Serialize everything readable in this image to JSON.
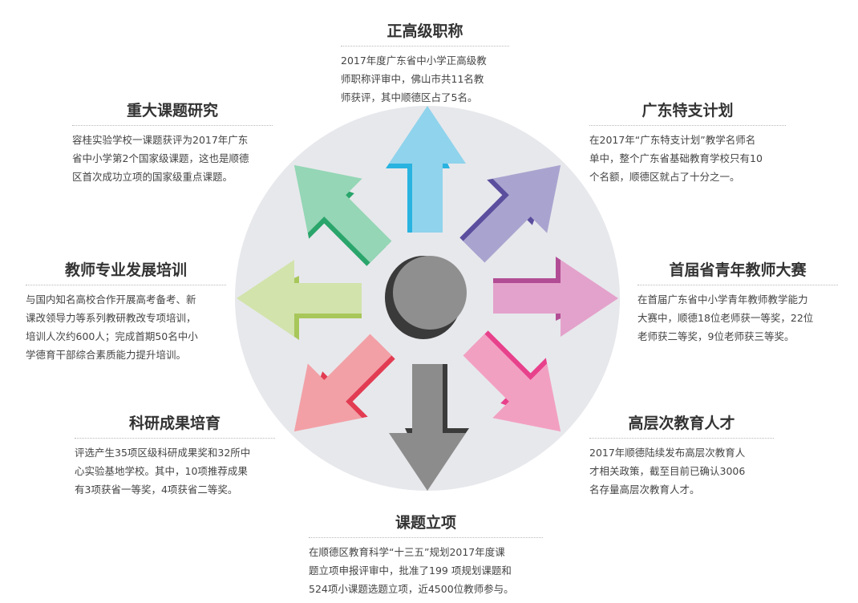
{
  "colors": {
    "disc": "#e7e8ec",
    "hub": "#8f8f8f",
    "hub_shadow": "#3a3a3a",
    "arrows": {
      "n": {
        "light": "#8fd3ec",
        "dark": "#29b3e0"
      },
      "ne": {
        "light": "#a9a4cf",
        "dark": "#5b4e9e"
      },
      "e": {
        "light": "#e3a2cb",
        "dark": "#b24d95"
      },
      "se": {
        "light": "#f2a0c2",
        "dark": "#e8418c"
      },
      "s": {
        "light": "#8c8c8c",
        "dark": "#3b3b3b"
      },
      "sw": {
        "light": "#f2a0a6",
        "dark": "#e23c52"
      },
      "w": {
        "light": "#d2e3ac",
        "dark": "#a8c75a"
      },
      "nw": {
        "light": "#94d6b5",
        "dark": "#2aa56b"
      }
    }
  },
  "blocks": {
    "top": {
      "title": "正高级职称",
      "lines": [
        "2017年度广东省中小学正高级教",
        "师职称评审中，佛山市共11名教",
        "师获评，其中顺德区占了5名。"
      ]
    },
    "ul": {
      "title": "重大课题研究",
      "lines": [
        "容桂实验学校一课题获评为2017年广东",
        "省中小学第2个国家级课题，这也是顺德",
        "区首次成功立项的国家级重点课题。"
      ]
    },
    "ur": {
      "title": "广东特支计划",
      "lines": [
        "在2017年“广东特支计划”教学名师名",
        "单中，整个广东省基础教育学校只有10",
        "个名额，顺德区就占了十分之一。"
      ]
    },
    "ml": {
      "title": "教师专业发展培训",
      "lines": [
        "与国内知名高校合作开展高考备考、新",
        "课改领导力等系列教研教改专项培训，",
        "培训人次约600人；完成首期50名中小",
        "学德育干部综合素质能力提升培训。"
      ]
    },
    "mr": {
      "title": "首届省青年教师大赛",
      "lines": [
        "在首届广东省中小学青年教师教学能力",
        "大赛中，顺德18位老师获一等奖，22位",
        "老师获二等奖，9位老师获三等奖。"
      ]
    },
    "ll": {
      "title": "科研成果培育",
      "lines": [
        "评选产生35项区级科研成果奖和32所中",
        "心实验基地学校。其中，10项推荐成果",
        "有3项获省一等奖，4项获省二等奖。"
      ]
    },
    "lr": {
      "title": "高层次教育人才",
      "lines": [
        "2017年顺德陆续发布高层次教育人",
        "才相关政策，截至目前已确认3006",
        "名存量高层次教育人才。"
      ]
    },
    "bottom": {
      "title": "课题立项",
      "lines": [
        "在顺德区教育科学“十三五”规划2017年度课",
        "题立项申报评审中，批准了199 项规划课题和",
        "524项小课题选题立项，近4500位教师参与。"
      ]
    }
  }
}
